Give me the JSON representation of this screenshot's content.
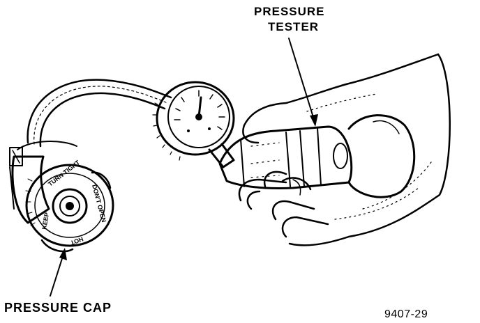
{
  "labels": {
    "tester_line1": "PRESSURE",
    "tester_line2": "TESTER",
    "cap": "PRESSURE CAP",
    "figure_number": "9407-29"
  },
  "cap_face_text": {
    "top": "TURN TIGHT",
    "right": "DON'T OPEN",
    "bottom": "HOT",
    "left": "KEEP"
  },
  "colors": {
    "ink": "#000000",
    "paper": "#ffffff"
  }
}
